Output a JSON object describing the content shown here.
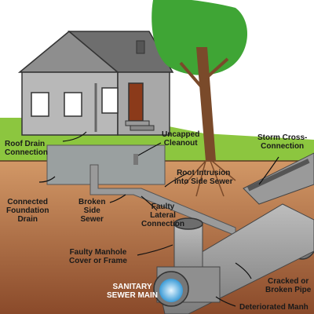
{
  "labels": {
    "roof_drain": "Roof Drain\nConnection",
    "uncapped_cleanout": "Uncapped\nCleanout",
    "storm_cross": "Storm Cross-\nConnection",
    "root_intrusion": "Root Intrusion\ninto Side Sewer",
    "connected_foundation": "Connected\nFoundation\nDrain",
    "broken_side_sewer": "Broken\nSide\nSewer",
    "faulty_lateral": "Faulty\nLateral\nConnection",
    "faulty_manhole": "Faulty Manhole\nCover or Frame",
    "sanitary_main": "SANITARY\nSEWER MAIN",
    "cracked_pipe": "Cracked or\nBroken Pipe",
    "deteriorated": "Deteriorated Manh"
  },
  "colors": {
    "sky": "#ffffff",
    "grass": "#8cc63f",
    "soil_top": "#c98a5a",
    "soil_bottom": "#8a4a2a",
    "house_wall": "#b3b3b3",
    "roof": "#6e6e6e",
    "door": "#8b3a1a",
    "pipe": "#9a9a9a",
    "pipe_inner": "#5ab0e0",
    "tree_leaves": "#3fa535",
    "tree_trunk": "#7a4a2a"
  }
}
